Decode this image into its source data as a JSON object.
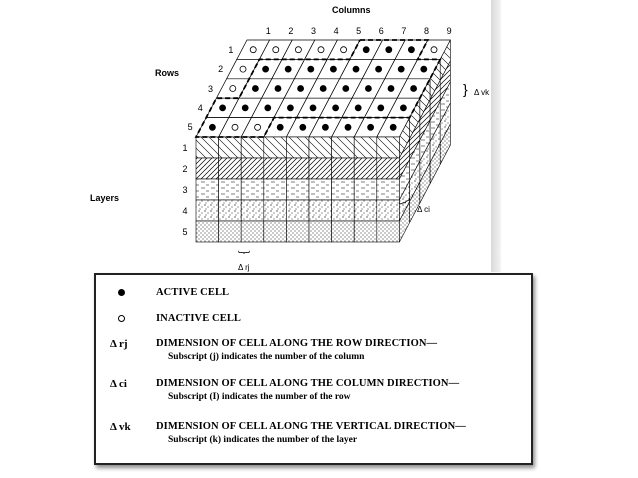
{
  "labels": {
    "columns": "Columns",
    "rows": "Rows",
    "layers": "Layers"
  },
  "column_numbers": [
    "1",
    "2",
    "3",
    "4",
    "5",
    "6",
    "7",
    "8",
    "9"
  ],
  "row_numbers": [
    "1",
    "2",
    "3",
    "4",
    "5"
  ],
  "layer_numbers": [
    "1",
    "2",
    "3",
    "4",
    "5"
  ],
  "grid": {
    "active_cells": [
      [
        0,
        0,
        0,
        0,
        0,
        1,
        1,
        1,
        0
      ],
      [
        0,
        1,
        1,
        1,
        1,
        1,
        1,
        1,
        1
      ],
      [
        0,
        1,
        1,
        1,
        1,
        1,
        1,
        1,
        1
      ],
      [
        1,
        1,
        1,
        1,
        1,
        1,
        1,
        1,
        1
      ],
      [
        1,
        0,
        0,
        1,
        1,
        1,
        1,
        1,
        1
      ]
    ]
  },
  "dimension_labels": {
    "delta_vk": "Δ vk",
    "delta_ci": "Δ ci",
    "delta_rj": "Δ rj"
  },
  "legend": {
    "items": [
      {
        "symbol": "●",
        "title": "ACTIVE CELL",
        "sub": ""
      },
      {
        "symbol": "○",
        "title": "INACTIVE CELL",
        "sub": ""
      },
      {
        "symbol": "Δ rj",
        "title": "DIMENSION OF CELL ALONG THE ROW DIRECTION—",
        "sub": "Subscript (j) indicates the number of the column"
      },
      {
        "symbol": "Δ ci",
        "title": "DIMENSION OF CELL ALONG THE COLUMN DIRECTION—",
        "sub": "Subscript (I) indicates the number of the row"
      },
      {
        "symbol": "Δ vk",
        "title": "DIMENSION OF CELL ALONG THE VERTICAL DIRECTION—",
        "sub": "Subscript (k) indicates the number of the layer"
      }
    ]
  }
}
